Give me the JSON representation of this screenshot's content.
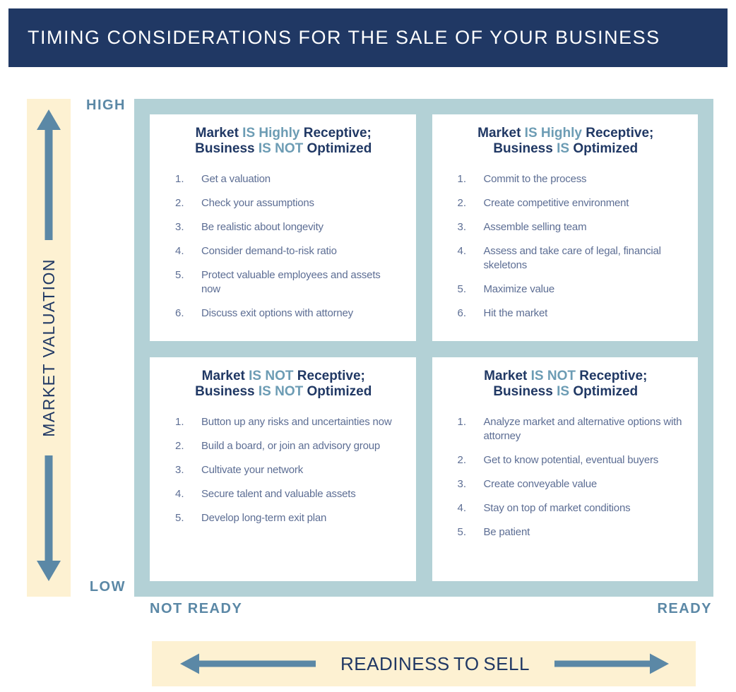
{
  "header": {
    "title": "TIMING CONSIDERATIONS FOR THE SALE OF YOUR BUSINESS"
  },
  "colors": {
    "navy": "#203864",
    "steel": "#5b88a6",
    "steel_light": "#6c9cb4",
    "teal_bg": "#b3d1d6",
    "cream": "#fdf1d2",
    "list_text": "#5d6e94",
    "white": "#ffffff"
  },
  "y_axis": {
    "label": "MARKET VALUATION",
    "high_label": "HIGH",
    "low_label": "LOW",
    "up_arrow_icon": "arrow-up",
    "down_arrow_icon": "arrow-down"
  },
  "x_axis": {
    "label": "READINESS TO SELL",
    "left_label": "NOT READY",
    "right_label": "READY",
    "left_arrow_icon": "arrow-left",
    "right_arrow_icon": "arrow-right"
  },
  "quadrants": [
    {
      "id": "market-receptive-business-not-optimized",
      "position": "top-left",
      "title_lines": [
        [
          {
            "t": "Market ",
            "tone": "navy"
          },
          {
            "t": "IS Highly",
            "tone": "steel"
          },
          {
            "t": " Receptive;",
            "tone": "navy"
          }
        ],
        [
          {
            "t": "Business ",
            "tone": "navy"
          },
          {
            "t": "IS NOT",
            "tone": "steel"
          },
          {
            "t": " Optimized",
            "tone": "navy"
          }
        ]
      ],
      "items": [
        "Get a valuation",
        "Check your assumptions",
        "Be realistic about longevity",
        "Consider demand-to-risk ratio",
        "Protect valuable employees and assets now",
        "Discuss exit options with attorney"
      ]
    },
    {
      "id": "market-receptive-business-optimized",
      "position": "top-right",
      "title_lines": [
        [
          {
            "t": "Market ",
            "tone": "navy"
          },
          {
            "t": "IS Highly",
            "tone": "steel"
          },
          {
            "t": " Receptive;",
            "tone": "navy"
          }
        ],
        [
          {
            "t": "Business ",
            "tone": "navy"
          },
          {
            "t": "IS",
            "tone": "steel"
          },
          {
            "t": " Optimized",
            "tone": "navy"
          }
        ]
      ],
      "items": [
        "Commit to the process",
        "Create competitive environment",
        "Assemble selling team",
        "Assess and take care of legal, financial skeletons",
        "Maximize value",
        "Hit the market"
      ]
    },
    {
      "id": "market-not-receptive-business-not-optimized",
      "position": "bottom-left",
      "title_lines": [
        [
          {
            "t": "Market ",
            "tone": "navy"
          },
          {
            "t": "IS NOT",
            "tone": "steel"
          },
          {
            "t": " Receptive;",
            "tone": "navy"
          }
        ],
        [
          {
            "t": "Business ",
            "tone": "navy"
          },
          {
            "t": "IS NOT",
            "tone": "steel"
          },
          {
            "t": " Optimized",
            "tone": "navy"
          }
        ]
      ],
      "items": [
        "Button up any risks and uncertainties now",
        "Build a board, or join an advisory group",
        "Cultivate your network",
        "Secure talent and valuable assets",
        "Develop long-term exit plan"
      ]
    },
    {
      "id": "market-not-receptive-business-optimized",
      "position": "bottom-right",
      "title_lines": [
        [
          {
            "t": "Market ",
            "tone": "navy"
          },
          {
            "t": "IS NOT",
            "tone": "steel"
          },
          {
            "t": " Receptive;",
            "tone": "navy"
          }
        ],
        [
          {
            "t": "Business ",
            "tone": "navy"
          },
          {
            "t": "IS",
            "tone": "steel"
          },
          {
            "t": " Optimized",
            "tone": "navy"
          }
        ]
      ],
      "items": [
        "Analyze market and alternative options with attorney",
        "Get to know potential, eventual buyers",
        "Create conveyable value",
        "Stay on top of market conditions",
        "Be patient"
      ]
    }
  ]
}
